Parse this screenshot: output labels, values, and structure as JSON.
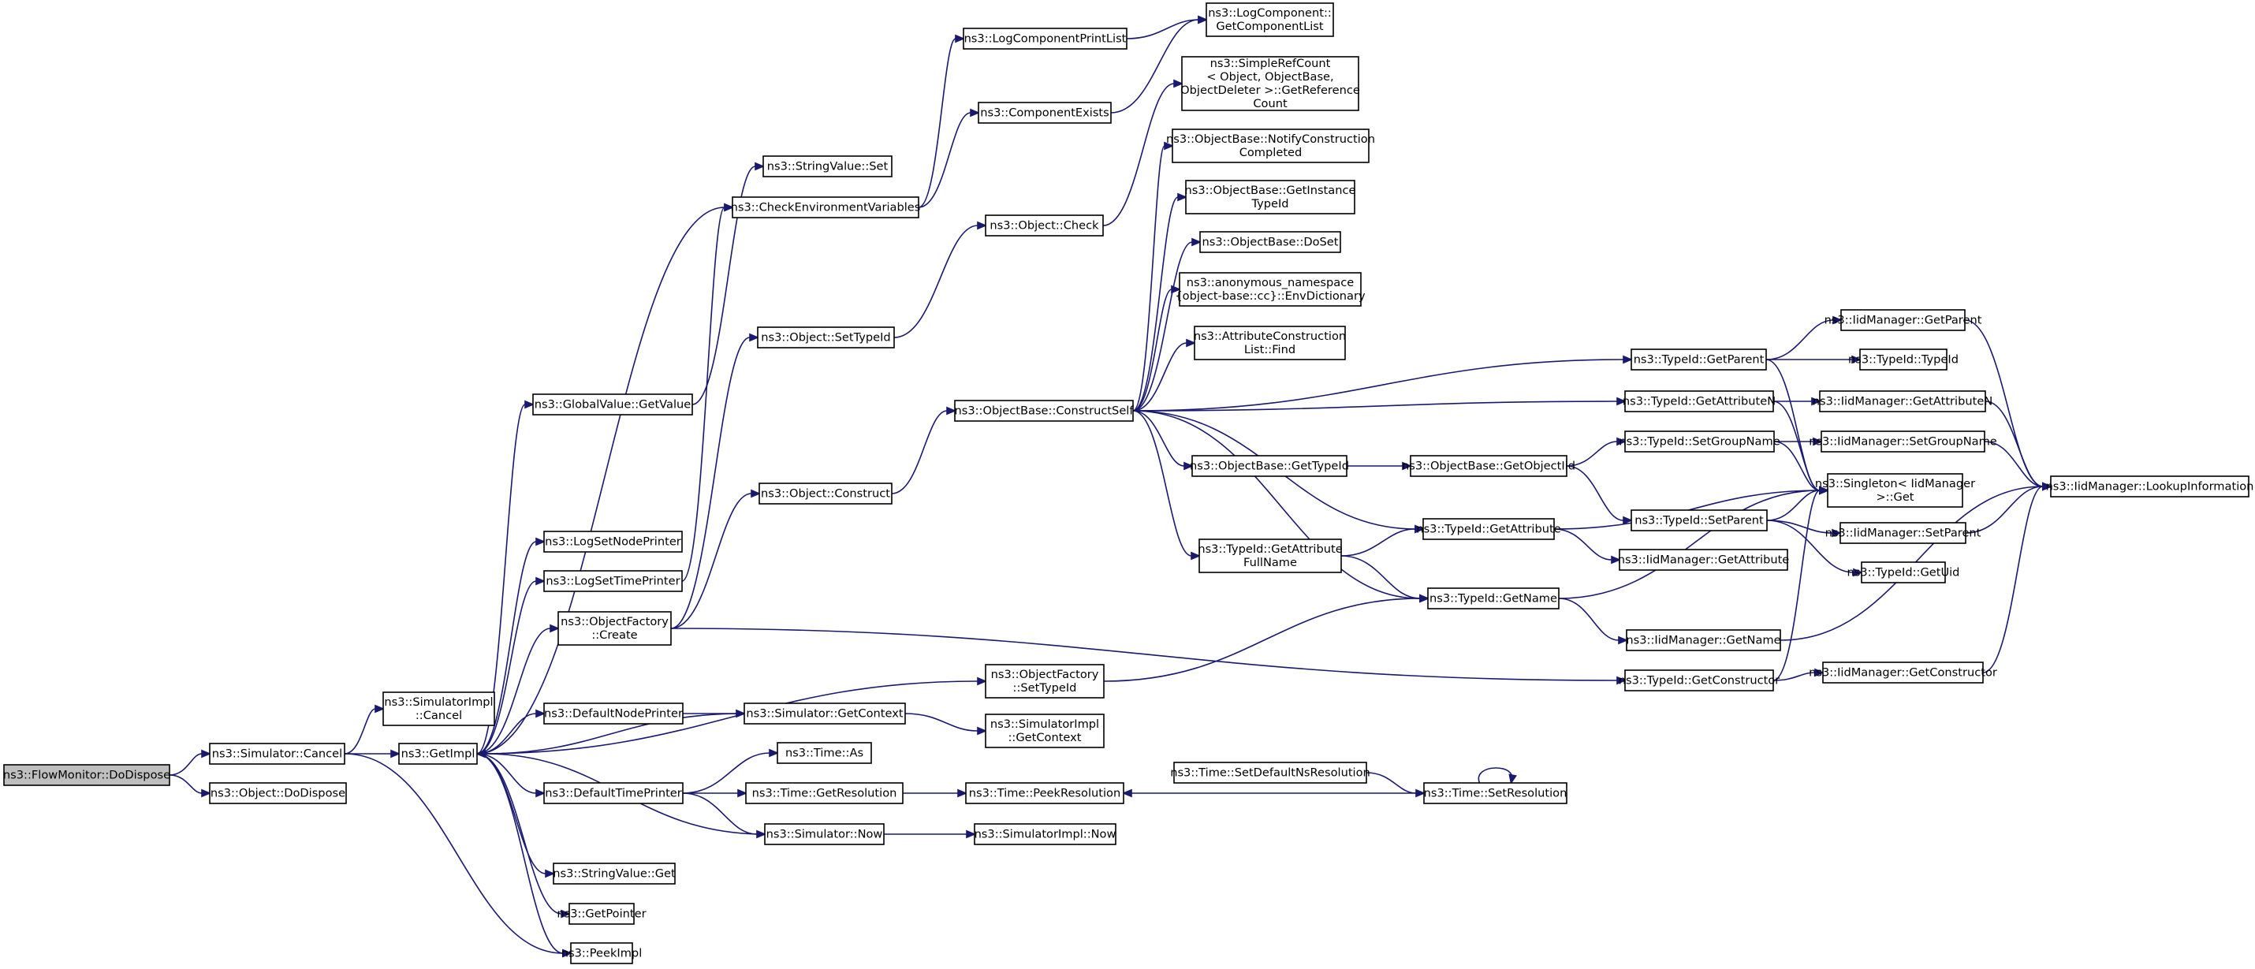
{
  "graph": {
    "nodes": [
      {
        "id": "flowmon_dodispose",
        "lines": [
          "ns3::FlowMonitor::DoDispose"
        ],
        "root": true
      },
      {
        "id": "sim_cancel",
        "lines": [
          "ns3::Simulator::Cancel"
        ]
      },
      {
        "id": "obj_dodispose",
        "lines": [
          "ns3::Object::DoDispose"
        ]
      },
      {
        "id": "simimpl_cancel",
        "lines": [
          "ns3::SimulatorImpl",
          "::Cancel"
        ]
      },
      {
        "id": "getimpl",
        "lines": [
          "ns3::GetImpl"
        ]
      },
      {
        "id": "peekimpl",
        "lines": [
          "ns3::PeekImpl"
        ]
      },
      {
        "id": "gv_getvalue",
        "lines": [
          "ns3::GlobalValue::GetValue"
        ]
      },
      {
        "id": "logsetnodeprinter",
        "lines": [
          "ns3::LogSetNodePrinter"
        ]
      },
      {
        "id": "logsettimeprinter",
        "lines": [
          "ns3::LogSetTimePrinter"
        ]
      },
      {
        "id": "objfactory_create",
        "lines": [
          "ns3::ObjectFactory",
          "::Create"
        ]
      },
      {
        "id": "defaultnodeprinter",
        "lines": [
          "ns3::DefaultNodePrinter"
        ]
      },
      {
        "id": "defaulttimeprinter",
        "lines": [
          "ns3::DefaultTimePrinter"
        ]
      },
      {
        "id": "stringvalue_get",
        "lines": [
          "ns3::StringValue::Get"
        ]
      },
      {
        "id": "getpointer",
        "lines": [
          "ns3::GetPointer"
        ]
      },
      {
        "id": "stringvalue_set",
        "lines": [
          "ns3::StringValue::Set"
        ]
      },
      {
        "id": "checkenv",
        "lines": [
          "ns3::CheckEnvironmentVariables"
        ]
      },
      {
        "id": "obj_settypeid",
        "lines": [
          "ns3::Object::SetTypeId"
        ]
      },
      {
        "id": "obj_construct",
        "lines": [
          "ns3::Object::Construct"
        ]
      },
      {
        "id": "sim_getcontext",
        "lines": [
          "ns3::Simulator::GetContext"
        ]
      },
      {
        "id": "time_as",
        "lines": [
          "ns3::Time::As"
        ]
      },
      {
        "id": "time_getresolution",
        "lines": [
          "ns3::Time::GetResolution"
        ]
      },
      {
        "id": "sim_now",
        "lines": [
          "ns3::Simulator::Now"
        ]
      },
      {
        "id": "logcompprintlist",
        "lines": [
          "ns3::LogComponentPrintList"
        ]
      },
      {
        "id": "componentexists",
        "lines": [
          "ns3::ComponentExists"
        ]
      },
      {
        "id": "obj_check",
        "lines": [
          "ns3::Object::Check"
        ]
      },
      {
        "id": "objbase_constructself",
        "lines": [
          "ns3::ObjectBase::ConstructSelf"
        ]
      },
      {
        "id": "objfactory_settypeid",
        "lines": [
          "ns3::ObjectFactory",
          "::SetTypeId"
        ]
      },
      {
        "id": "simimpl_getcontext",
        "lines": [
          "ns3::SimulatorImpl",
          "::GetContext"
        ]
      },
      {
        "id": "time_peekresolution",
        "lines": [
          "ns3::Time::PeekResolution"
        ]
      },
      {
        "id": "simimpl_now",
        "lines": [
          "ns3::SimulatorImpl::Now"
        ]
      },
      {
        "id": "logcomp_getcomplist",
        "lines": [
          "ns3::LogComponent::",
          "GetComponentList"
        ]
      },
      {
        "id": "simplerefcount",
        "lines": [
          "ns3::SimpleRefCount",
          "< Object, ObjectBase,",
          "ObjectDeleter >::GetReference",
          "Count"
        ]
      },
      {
        "id": "objbase_notifyconstr",
        "lines": [
          "ns3::ObjectBase::NotifyConstruction",
          "Completed"
        ]
      },
      {
        "id": "objbase_getinstance",
        "lines": [
          "ns3::ObjectBase::GetInstance",
          "TypeId"
        ]
      },
      {
        "id": "objbase_doset",
        "lines": [
          "ns3::ObjectBase::DoSet"
        ]
      },
      {
        "id": "anon_envdict",
        "lines": [
          "ns3::anonymous_namespace",
          "{object-base::cc}::EnvDictionary"
        ]
      },
      {
        "id": "attrconstr_find",
        "lines": [
          "ns3::AttributeConstruction",
          "List::Find"
        ]
      },
      {
        "id": "objbase_gettypeid",
        "lines": [
          "ns3::ObjectBase::GetTypeId"
        ]
      },
      {
        "id": "typeid_getattrfull",
        "lines": [
          "ns3::TypeId::GetAttribute",
          "FullName"
        ]
      },
      {
        "id": "time_setdefaultns",
        "lines": [
          "ns3::Time::SetDefaultNsResolution"
        ]
      },
      {
        "id": "objbase_getobjectiid",
        "lines": [
          "ns3::ObjectBase::GetObjectIid"
        ]
      },
      {
        "id": "typeid_getattribute",
        "lines": [
          "ns3::TypeId::GetAttribute"
        ]
      },
      {
        "id": "typeid_getname",
        "lines": [
          "ns3::TypeId::GetName"
        ]
      },
      {
        "id": "time_setresolution",
        "lines": [
          "ns3::Time::SetResolution"
        ]
      },
      {
        "id": "typeid_getparent",
        "lines": [
          "ns3::TypeId::GetParent"
        ]
      },
      {
        "id": "typeid_getattributen",
        "lines": [
          "ns3::TypeId::GetAttributeN"
        ]
      },
      {
        "id": "typeid_setgroupname",
        "lines": [
          "ns3::TypeId::SetGroupName"
        ]
      },
      {
        "id": "typeid_setparent",
        "lines": [
          "ns3::TypeId::SetParent"
        ]
      },
      {
        "id": "iid_getattribute",
        "lines": [
          "ns3::IidManager::GetAttribute"
        ]
      },
      {
        "id": "iid_getname",
        "lines": [
          "ns3::IidManager::GetName"
        ]
      },
      {
        "id": "typeid_getconstructor",
        "lines": [
          "ns3::TypeId::GetConstructor"
        ]
      },
      {
        "id": "singleton_get",
        "lines": [
          "ns3::Singleton< IidManager",
          ">::Get"
        ]
      },
      {
        "id": "iid_getparent",
        "lines": [
          "ns3::IidManager::GetParent"
        ]
      },
      {
        "id": "typeid_typeid",
        "lines": [
          "ns3::TypeId::TypeId"
        ]
      },
      {
        "id": "iid_getattributen",
        "lines": [
          "ns3::IidManager::GetAttributeN"
        ]
      },
      {
        "id": "iid_setgroupname",
        "lines": [
          "ns3::IidManager::SetGroupName"
        ]
      },
      {
        "id": "iid_setparent",
        "lines": [
          "ns3::IidManager::SetParent"
        ]
      },
      {
        "id": "typeid_getuid",
        "lines": [
          "ns3::TypeId::GetUid"
        ]
      },
      {
        "id": "iid_getconstructor",
        "lines": [
          "ns3::IidManager::GetConstructor"
        ]
      },
      {
        "id": "iid_lookupinfo",
        "lines": [
          "ns3::IidManager::LookupInformation"
        ]
      }
    ],
    "edges": [
      [
        "flowmon_dodispose",
        "sim_cancel"
      ],
      [
        "flowmon_dodispose",
        "obj_dodispose"
      ],
      [
        "sim_cancel",
        "simimpl_cancel"
      ],
      [
        "sim_cancel",
        "getimpl"
      ],
      [
        "sim_cancel",
        "peekimpl"
      ],
      [
        "getimpl",
        "gv_getvalue"
      ],
      [
        "getimpl",
        "logsetnodeprinter"
      ],
      [
        "getimpl",
        "logsettimeprinter"
      ],
      [
        "getimpl",
        "objfactory_create"
      ],
      [
        "getimpl",
        "objfactory_settypeid"
      ],
      [
        "getimpl",
        "defaultnodeprinter"
      ],
      [
        "getimpl",
        "defaulttimeprinter"
      ],
      [
        "getimpl",
        "stringvalue_get"
      ],
      [
        "getimpl",
        "getpointer"
      ],
      [
        "getimpl",
        "peekimpl"
      ],
      [
        "getimpl",
        "checkenv"
      ],
      [
        "gv_getvalue",
        "stringvalue_set"
      ],
      [
        "logsettimeprinter",
        "checkenv"
      ],
      [
        "checkenv",
        "logcompprintlist"
      ],
      [
        "checkenv",
        "componentexists"
      ],
      [
        "logcompprintlist",
        "logcomp_getcomplist"
      ],
      [
        "componentexists",
        "logcomp_getcomplist"
      ],
      [
        "objfactory_create",
        "obj_settypeid"
      ],
      [
        "objfactory_create",
        "obj_construct"
      ],
      [
        "objfactory_create",
        "typeid_getconstructor"
      ],
      [
        "obj_settypeid",
        "obj_check"
      ],
      [
        "obj_check",
        "simplerefcount"
      ],
      [
        "obj_construct",
        "objbase_constructself"
      ],
      [
        "objbase_constructself",
        "objbase_notifyconstr"
      ],
      [
        "objbase_constructself",
        "objbase_getinstance"
      ],
      [
        "objbase_constructself",
        "objbase_doset"
      ],
      [
        "objbase_constructself",
        "anon_envdict"
      ],
      [
        "objbase_constructself",
        "attrconstr_find"
      ],
      [
        "objbase_constructself",
        "typeid_getparent"
      ],
      [
        "objbase_constructself",
        "typeid_getattributen"
      ],
      [
        "objbase_constructself",
        "objbase_gettypeid"
      ],
      [
        "objbase_constructself",
        "typeid_getattribute"
      ],
      [
        "objbase_constructself",
        "typeid_getattrfull"
      ],
      [
        "objbase_constructself",
        "typeid_getname"
      ],
      [
        "objbase_gettypeid",
        "objbase_getobjectiid"
      ],
      [
        "objbase_getobjectiid",
        "typeid_setgroupname"
      ],
      [
        "objbase_getobjectiid",
        "typeid_setparent"
      ],
      [
        "typeid_getattrfull",
        "typeid_getattribute"
      ],
      [
        "typeid_getattrfull",
        "typeid_getname"
      ],
      [
        "typeid_getattribute",
        "iid_getattribute"
      ],
      [
        "typeid_getattribute",
        "singleton_get"
      ],
      [
        "typeid_getname",
        "iid_getname"
      ],
      [
        "typeid_getname",
        "singleton_get"
      ],
      [
        "typeid_getparent",
        "iid_getparent"
      ],
      [
        "typeid_getparent",
        "typeid_typeid"
      ],
      [
        "typeid_getparent",
        "singleton_get"
      ],
      [
        "typeid_getattributen",
        "iid_getattributen"
      ],
      [
        "typeid_getattributen",
        "singleton_get"
      ],
      [
        "typeid_setgroupname",
        "iid_setgroupname"
      ],
      [
        "typeid_setgroupname",
        "singleton_get"
      ],
      [
        "typeid_setparent",
        "singleton_get"
      ],
      [
        "typeid_setparent",
        "iid_setparent"
      ],
      [
        "typeid_setparent",
        "typeid_getuid"
      ],
      [
        "typeid_getconstructor",
        "iid_getconstructor"
      ],
      [
        "typeid_getconstructor",
        "singleton_get"
      ],
      [
        "iid_getparent",
        "iid_lookupinfo"
      ],
      [
        "iid_getattributen",
        "iid_lookupinfo"
      ],
      [
        "iid_setgroupname",
        "iid_lookupinfo"
      ],
      [
        "iid_setparent",
        "iid_lookupinfo"
      ],
      [
        "iid_getname",
        "iid_lookupinfo"
      ],
      [
        "iid_getconstructor",
        "iid_lookupinfo"
      ],
      [
        "objfactory_settypeid",
        "typeid_getname"
      ],
      [
        "defaultnodeprinter",
        "sim_getcontext"
      ],
      [
        "sim_getcontext",
        "getimpl"
      ],
      [
        "sim_getcontext",
        "simimpl_getcontext"
      ],
      [
        "defaulttimeprinter",
        "time_as"
      ],
      [
        "defaulttimeprinter",
        "time_getresolution"
      ],
      [
        "defaulttimeprinter",
        "sim_now"
      ],
      [
        "time_getresolution",
        "time_peekresolution"
      ],
      [
        "sim_now",
        "getimpl"
      ],
      [
        "sim_now",
        "simimpl_now"
      ],
      [
        "time_setdefaultns",
        "time_setresolution"
      ],
      [
        "time_setresolution",
        "time_peekresolution"
      ],
      [
        "time_setresolution",
        "time_setresolution"
      ]
    ]
  }
}
